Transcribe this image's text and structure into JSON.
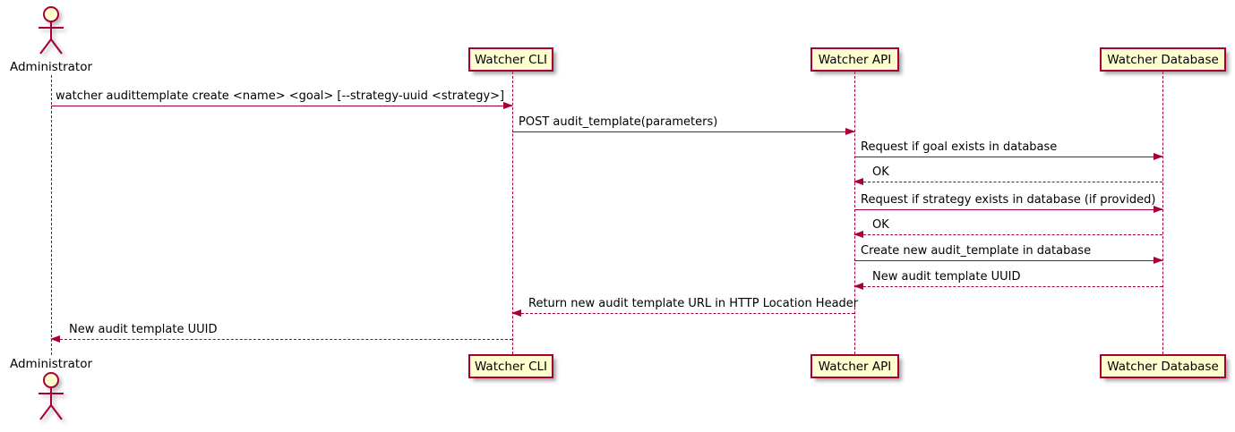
{
  "diagram": {
    "type": "sequence-diagram",
    "background_color": "#FFFFFF",
    "accent_color": "#A80036",
    "box_fill_color": "#FEFECE",
    "text_color": "#000000"
  },
  "actor": {
    "name": "Administrator"
  },
  "participants": [
    {
      "label": "Watcher CLI"
    },
    {
      "label": "Watcher API"
    },
    {
      "label": "Watcher Database"
    }
  ],
  "messages": [
    {
      "label": "watcher audittemplate create <name> <goal> [--strategy-uuid <strategy>]",
      "from": "Administrator",
      "to": "Watcher CLI",
      "style": "solid"
    },
    {
      "label": "POST audit_template(parameters)",
      "from": "Watcher CLI",
      "to": "Watcher API",
      "style": "solid"
    },
    {
      "label": "Request if goal exists in database",
      "from": "Watcher API",
      "to": "Watcher Database",
      "style": "solid"
    },
    {
      "label": "OK",
      "from": "Watcher Database",
      "to": "Watcher API",
      "style": "dashed"
    },
    {
      "label": "Request if strategy exists in database (if provided)",
      "from": "Watcher API",
      "to": "Watcher Database",
      "style": "solid"
    },
    {
      "label": "OK",
      "from": "Watcher Database",
      "to": "Watcher API",
      "style": "dashed"
    },
    {
      "label": "Create new audit_template in database",
      "from": "Watcher API",
      "to": "Watcher Database",
      "style": "solid"
    },
    {
      "label": "New audit template UUID",
      "from": "Watcher Database",
      "to": "Watcher API",
      "style": "dashed"
    },
    {
      "label": "Return new audit template URL in HTTP Location Header",
      "from": "Watcher API",
      "to": "Watcher CLI",
      "style": "dashed"
    },
    {
      "label": "New audit template UUID",
      "from": "Watcher CLI",
      "to": "Administrator",
      "style": "dashed"
    }
  ]
}
